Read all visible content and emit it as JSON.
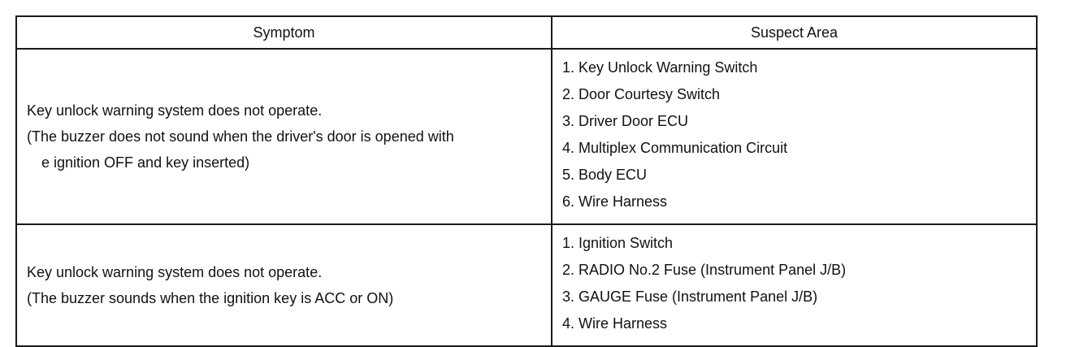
{
  "table": {
    "headers": {
      "symptom": "Symptom",
      "suspect_area": "Suspect Area"
    },
    "rows": [
      {
        "symptom": {
          "line1": "Key unlock warning system does not operate.",
          "line2": "(The buzzer does not sound when the driver's door is opened with",
          "line3": "e ignition OFF and key inserted)"
        },
        "suspect_areas": [
          "1. Key Unlock Warning Switch",
          "2. Door Courtesy Switch",
          "3. Driver Door ECU",
          "4. Multiplex Communication Circuit",
          "5. Body ECU",
          "6. Wire Harness"
        ]
      },
      {
        "symptom": {
          "line1": "Key unlock warning system does not operate.",
          "line2": "(The buzzer sounds when the ignition key is ACC or ON)"
        },
        "suspect_areas": [
          "1. Ignition Switch",
          "2. RADIO No.2 Fuse (Instrument Panel J/B)",
          "3. GAUGE Fuse (Instrument Panel J/B)",
          "4. Wire Harness"
        ]
      }
    ]
  }
}
